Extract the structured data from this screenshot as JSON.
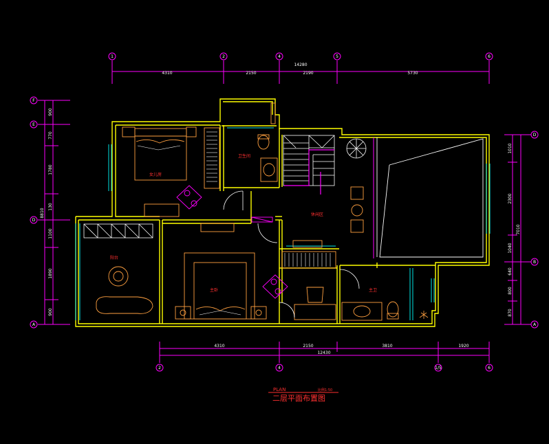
{
  "drawing": {
    "top_grid_labels": [
      "1",
      "2",
      "4",
      "5",
      "6"
    ],
    "top_segment_dims": [
      "4310",
      "2150",
      "2190",
      "5730"
    ],
    "top_total_dim": "14280",
    "bottom_grid_labels": [
      "2",
      "4",
      "1/5",
      "6"
    ],
    "bottom_segment_dims": [
      "4310",
      "2150",
      "3810",
      "1920"
    ],
    "bottom_total_dim": "12430",
    "left_grid_labels": [
      "F",
      "E",
      "D",
      "A"
    ],
    "left_segment_dims": [
      "900",
      "770",
      "1780",
      "130",
      "1100",
      "1890",
      "900"
    ],
    "left_total_dim": "8810",
    "right_grid_labels": [
      "D",
      "B",
      "A"
    ],
    "right_segment_dims": [
      "1010",
      "2300",
      "1040",
      "640",
      "800",
      "870"
    ],
    "right_total_dim": "7010",
    "room_labels": {
      "daughter_room": "女儿房",
      "bathroom": "卫生间",
      "lounge": "休闲区",
      "balcony": "阳台",
      "master_bedroom": "主卧",
      "master_bath": "主卫"
    },
    "title_en": "PLAN",
    "scale": "比例1:50",
    "title_cn": "二层平面布置图"
  },
  "colors": {
    "background": "#000000",
    "wall": "#ffff00",
    "dimension": "#ff00ff",
    "furniture": "#ffa040",
    "text": "#ff2020",
    "glass": "#00e5e5",
    "white": "#ffffff"
  }
}
